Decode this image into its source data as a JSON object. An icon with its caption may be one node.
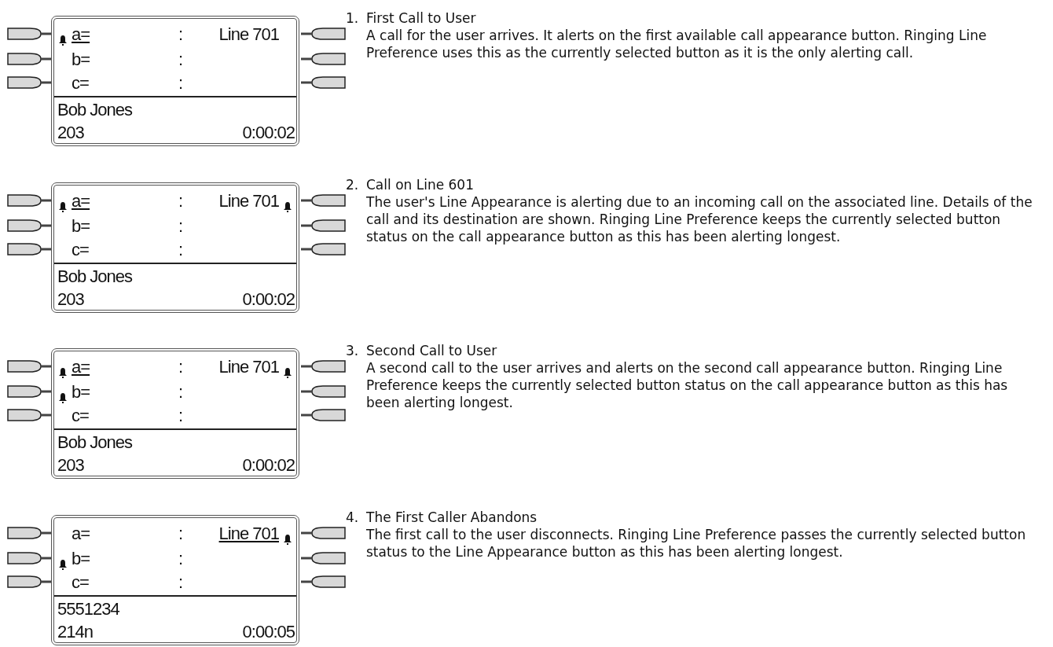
{
  "diagram": {
    "nodes": [
      {
        "text": [
          "a=",
          ":",
          "Line 701",
          "b=",
          ":",
          "c=",
          ":",
          "Bob Jones",
          "203",
          "0:00:02"
        ],
        "beside": [
          "1.",
          "First Call to User",
          "A call for the user arrives. It alerts on the first available call appearance button. Ringing Line Preference uses this as the currently selected button as it is the only alerting call."
        ]
      },
      {
        "text": [
          "a=",
          ":",
          "Line 701",
          "b=",
          ":",
          "c=",
          ":",
          "Bob Jones",
          "203",
          "0:00:02"
        ],
        "beside": [
          "2.",
          "Call on Line 601",
          "The user's Line Appearance is alerting due to an incoming call on the associated line. Details of the call and its destination are shown. Ringing Line Preference keeps the currently selected button status on the call appearance button as this has been alerting longest."
        ]
      },
      {
        "text": [
          "a=",
          ":",
          "Line 701",
          "b=",
          ":",
          "c=",
          ":",
          "Bob Jones",
          "203",
          "0:00:02"
        ],
        "beside": [
          "3.",
          "Second Call to User",
          "A second call to the user arrives and alerts on the second call appearance button. Ringing Line Preference keeps the currently selected button status on the call appearance button as this has been alerting longest."
        ]
      },
      {
        "text": [
          "a=",
          ":",
          "Line 701",
          "b=",
          ":",
          "c=",
          ":",
          "5551234",
          "214n",
          "0:00:05"
        ],
        "beside": [
          "4.",
          "The First Caller Abandons",
          "The first call to the user disconnects. Ringing Line Preference passes the currently selected button status to the Line Appearance button as this has been alerting longest."
        ]
      }
    ]
  }
}
